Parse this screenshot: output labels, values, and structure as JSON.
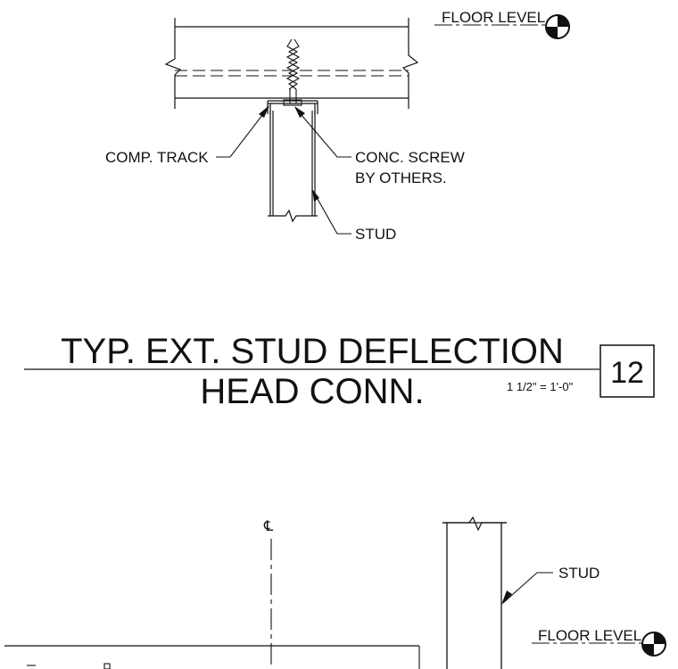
{
  "detail_top": {
    "floor_level_label": "FLOOR LEVEL",
    "comp_track_label": "COMP. TRACK",
    "conc_screw_line1": "CONC. SCREW",
    "conc_screw_line2": "BY OTHERS.",
    "stud_label": "STUD"
  },
  "title_block": {
    "title_line1": "TYP. EXT. STUD DEFLECTION",
    "title_line2": "HEAD CONN.",
    "scale": "1 1/2\" = 1'-0\"",
    "detail_number": "12"
  },
  "detail_bottom": {
    "centerline_symbol": "℄",
    "stud_label": "STUD",
    "floor_level_label": "FLOOR LEVEL"
  },
  "colors": {
    "ink": "#111111",
    "background": "#ffffff"
  },
  "icons": [
    "datum-target-icon",
    "arrow-icon",
    "break-symbol-icon",
    "centerline-icon"
  ]
}
